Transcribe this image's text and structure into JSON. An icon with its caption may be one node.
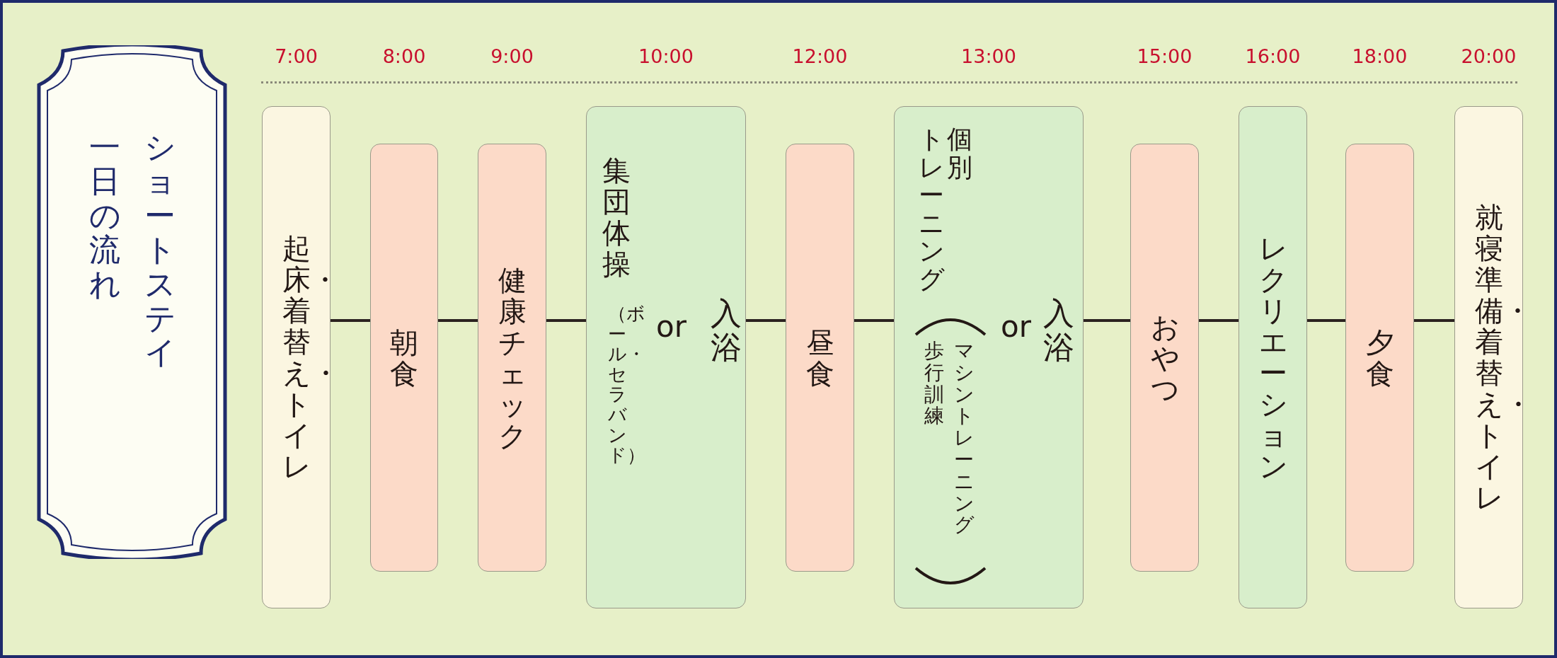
{
  "diagram": {
    "nodes": [
      {
        "text": [
          "一日の流れ",
          "ショートステイ"
        ]
      },
      {
        "text": [
          "起床・着替え・トイレ"
        ]
      },
      {
        "text": [
          "朝食"
        ]
      },
      {
        "text": [
          "健康チェック"
        ]
      },
      {
        "text": [
          "集団体操",
          "（ボール・セラバンド）",
          "or",
          "入浴"
        ]
      },
      {
        "text": [
          "昼食"
        ]
      },
      {
        "text": [
          "個別トレーニング",
          "歩行訓練",
          "マシントレーニング",
          "or",
          "入浴"
        ]
      },
      {
        "text": [
          "おやつ"
        ]
      },
      {
        "text": [
          "レクリエーション"
        ]
      },
      {
        "text": [
          "夕食"
        ]
      },
      {
        "text": [
          "就寝準備・着替え・トイレ"
        ]
      }
    ],
    "labels": [
      "7:00",
      "8:00",
      "9:00",
      "10:00",
      "12:00",
      "13:00",
      "15:00",
      "16:00",
      "18:00",
      "20:00"
    ],
    "edges": [
      {
        "from": 1,
        "to": 2,
        "arrow": "none"
      },
      {
        "from": 2,
        "to": 3,
        "arrow": "none"
      },
      {
        "from": 3,
        "to": 4,
        "arrow": "none"
      },
      {
        "from": 4,
        "to": 5,
        "arrow": "none"
      },
      {
        "from": 5,
        "to": 6,
        "arrow": "none"
      },
      {
        "from": 6,
        "to": 7,
        "arrow": "none"
      },
      {
        "from": 7,
        "to": 8,
        "arrow": "none"
      },
      {
        "from": 8,
        "to": 9,
        "arrow": "none"
      },
      {
        "from": 9,
        "to": 10,
        "arrow": "none"
      }
    ]
  }
}
